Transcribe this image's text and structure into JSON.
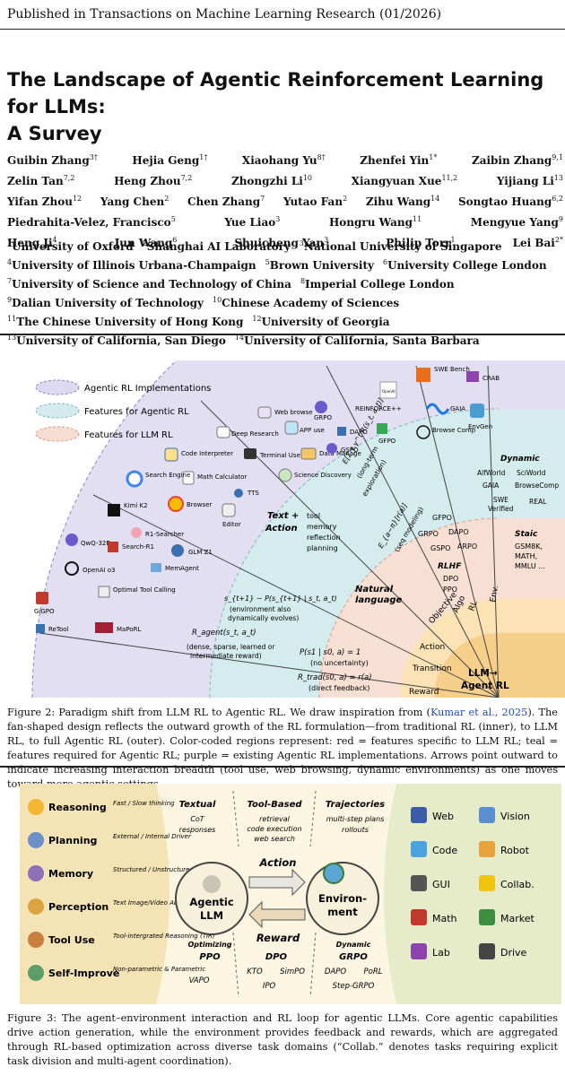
{
  "header": "Published in Transactions on Machine Learning Research (01/2026)",
  "title_lines": [
    "The Landscape of Agentic Reinforcement Learning for LLMs:",
    "A Survey"
  ],
  "authors": [
    [
      [
        "Guibin Zhang",
        "3†"
      ],
      [
        "Hejia Geng",
        "1†"
      ],
      [
        "Xiaohang Yu",
        "8†"
      ],
      [
        "Zhenfei Yin",
        "1*"
      ],
      [
        "Zaibin Zhang",
        "9,1"
      ]
    ],
    [
      [
        "Zelin Tan",
        "7,2"
      ],
      [
        "Heng Zhou",
        "7,2"
      ],
      [
        "Zhongzhi Li",
        "10"
      ],
      [
        "Xiangyuan Xue",
        "11,2"
      ],
      [
        "Yijiang Li",
        "13"
      ]
    ],
    [
      [
        "Yifan Zhou",
        "12"
      ],
      [
        "Yang Chen",
        "2"
      ],
      [
        "Chen Zhang",
        "7"
      ],
      [
        "Yutao Fan",
        "2"
      ],
      [
        "Zihu Wang",
        "14"
      ],
      [
        "Songtao Huang",
        "6,2"
      ]
    ],
    [
      [
        "Piedrahita-Velez, Francisco",
        "5"
      ],
      [
        "Yue Liao",
        "3"
      ],
      [
        "Hongru Wang",
        "11"
      ],
      [
        "Mengyue Yang",
        "9"
      ]
    ],
    [
      [
        "Heng Ji",
        "4"
      ],
      [
        "Jun Wang",
        "6"
      ],
      [
        "Shuicheng Yan",
        "3"
      ],
      [
        "Philip Torr",
        "1"
      ],
      [
        "Lei Bai",
        "2*"
      ]
    ]
  ],
  "affiliations": [
    [
      [
        "1",
        "University of Oxford"
      ],
      [
        "2",
        "Shanghai AI Laboratory"
      ],
      [
        "3",
        "National University of Singapore"
      ]
    ],
    [
      [
        "4",
        "University of Illinois Urbana-Champaign"
      ],
      [
        "5",
        "Brown University"
      ],
      [
        "6",
        "University College London"
      ]
    ],
    [
      [
        "7",
        "University of Science and Technology of China"
      ],
      [
        "8",
        "Imperial College London"
      ]
    ],
    [
      [
        "9",
        "Dalian University of Technology"
      ],
      [
        "10",
        "Chinese Academy of Sciences"
      ]
    ],
    [
      [
        "11",
        "The Chinese University of Hong Kong"
      ],
      [
        "12",
        "University of Georgia"
      ]
    ],
    [
      [
        "13",
        "University of California, San Diego"
      ],
      [
        "14",
        "University of California, Santa Barbara"
      ]
    ]
  ],
  "figure2": {
    "legend": [
      "Agentic RL Implementations",
      "Features for Agentic RL",
      "Features for LLM RL"
    ],
    "legend_colors": [
      "#ddd9f0",
      "#d3ebee",
      "#f6ddd2"
    ],
    "core": [
      "LLM→",
      "Agent RL"
    ],
    "ring_labels": [
      "Reward",
      "Transition",
      "Action",
      "Objective",
      "Algo",
      "RL",
      "Env."
    ],
    "natural_language": [
      "Natural",
      "language"
    ],
    "text_action": [
      "Text +",
      "Action"
    ],
    "tool_memory": [
      "tool",
      "memory",
      "reflection",
      "planning"
    ],
    "rlhf": {
      "title": "RLHF",
      "items": [
        "DPO",
        "PPO"
      ]
    },
    "staic": {
      "title": "Staic",
      "items": [
        "GSM8K,",
        "MATH,",
        "MMLU ..."
      ]
    },
    "dynamic": {
      "title": "Dynamic",
      "items": [
        "AlfWorld",
        "SciWorld",
        "GAIA",
        "BrowseComp",
        "SWE",
        "Verified",
        "REAL"
      ]
    },
    "algos": [
      "GFPO",
      "GRPO",
      "DAPO",
      "GSPO",
      "ARPO"
    ],
    "formulas": [
      "R_trad(s0, a) = r(a)",
      "(direct feedback)",
      "P(s1 | s0, a) = 1",
      "(no uncertainty)",
      "E_{a~π}[r(a)]",
      "(seq modeling)",
      "R_agent(s_t, a_t)",
      "(dense, sparse, learned or",
      "intermediate reward)",
      "s_{t+1} ~ P(s_{t+1} | s_t, a_t)",
      "(environment also",
      "dynamically evolves)",
      "E[Σ_t γ^t R(s_t, a_t)]",
      "(long-term",
      "exploration)"
    ],
    "tools": [
      "Web browse",
      "Deep Research",
      "APP use",
      "Terminal Use",
      "Data Manage",
      "Science Discovery",
      "Code Interpreter",
      "Math Calculator",
      "TTS",
      "Search Engine",
      "Browser",
      "Editor"
    ],
    "methods": [
      "Kimi K2",
      "QwQ-32B",
      "R1-Searcher",
      "Search-R1",
      "GLM Z1",
      "OpenAI o3",
      "MemAgent",
      "GiGPO",
      "Optimal Tool Calling",
      "ReTool",
      "MaPoRL",
      "GRPO",
      "REINFORCE++",
      "DAPO",
      "GFPO",
      "GSPO"
    ],
    "envs": [
      "SWE Bench",
      "CRAB",
      "GAIA",
      "Browse Comp",
      "EnvGen",
      "OpenAI"
    ]
  },
  "caption2": {
    "prefix": "Figure 2: Paradigm shift from LLM RL to Agentic RL. We draw inspiration from (",
    "cite": "Kumar et al., 2025",
    "suffix": "). The fan-shaped design reflects the outward growth of the RL formulation—from traditional RL (inner), to LLM RL, to full Agentic RL (outer). Color-coded regions represent: red = features specific to LLM RL; teal = features required for Agentic RL; purple = existing Agentic RL implementations. Arrows point outward to indicate increasing interaction breadth (tool use, web browsing, dynamic environments) as one moves toward more agentic settings."
  },
  "figure3": {
    "capabilities": [
      {
        "name": "Reasoning",
        "desc": "Fast / Slow thinking"
      },
      {
        "name": "Planning",
        "desc": "External / Internal Driver"
      },
      {
        "name": "Memory",
        "desc": "Structured / Unstructured"
      },
      {
        "name": "Perception",
        "desc": "Text Image/Video Audio /..."
      },
      {
        "name": "Tool Use",
        "desc": "Tool-intergrated Reasoning (TIR)"
      },
      {
        "name": "Self-Improve",
        "desc": "Non-parametric & Parametric"
      }
    ],
    "textual": {
      "title": "Textual",
      "items": [
        "CoT",
        "responses"
      ]
    },
    "tool_based": {
      "title": "Tool-Based",
      "items": [
        "retrieval",
        "code execution",
        "web search"
      ]
    },
    "trajectories": {
      "title": "Trajectories",
      "items": [
        "multi-step plans",
        "rollouts"
      ]
    },
    "agent": [
      "Agentic",
      "LLM"
    ],
    "environment": [
      "Environ-",
      "ment"
    ],
    "action": "Action",
    "reward": "Reward",
    "optimizing": {
      "title": "Optimizing",
      "items": [
        "PPO",
        "VAPO"
      ]
    },
    "dpo_group": [
      "DPO",
      "KTO",
      "SimPO",
      "IPO"
    ],
    "dynamic": {
      "title": "Dynamic",
      "items": [
        "GRPO",
        "DAPO",
        "PoRL",
        "Step-GRPO"
      ]
    },
    "domains": [
      "Web",
      "Vision",
      "Code",
      "Robot",
      "GUI",
      "Collab.",
      "Math",
      "Market",
      "Lab",
      "Drive"
    ]
  },
  "caption3": "Figure 3: The agent–environment interaction and RL loop for agentic LLMs. Core agentic capabilities drive action generation, while the environment provides feedback and rewards, which are aggregated through RL-based optimization across diverse task domains (“Collab.” denotes tasks requiring explicit task division and multi-agent coordination)."
}
